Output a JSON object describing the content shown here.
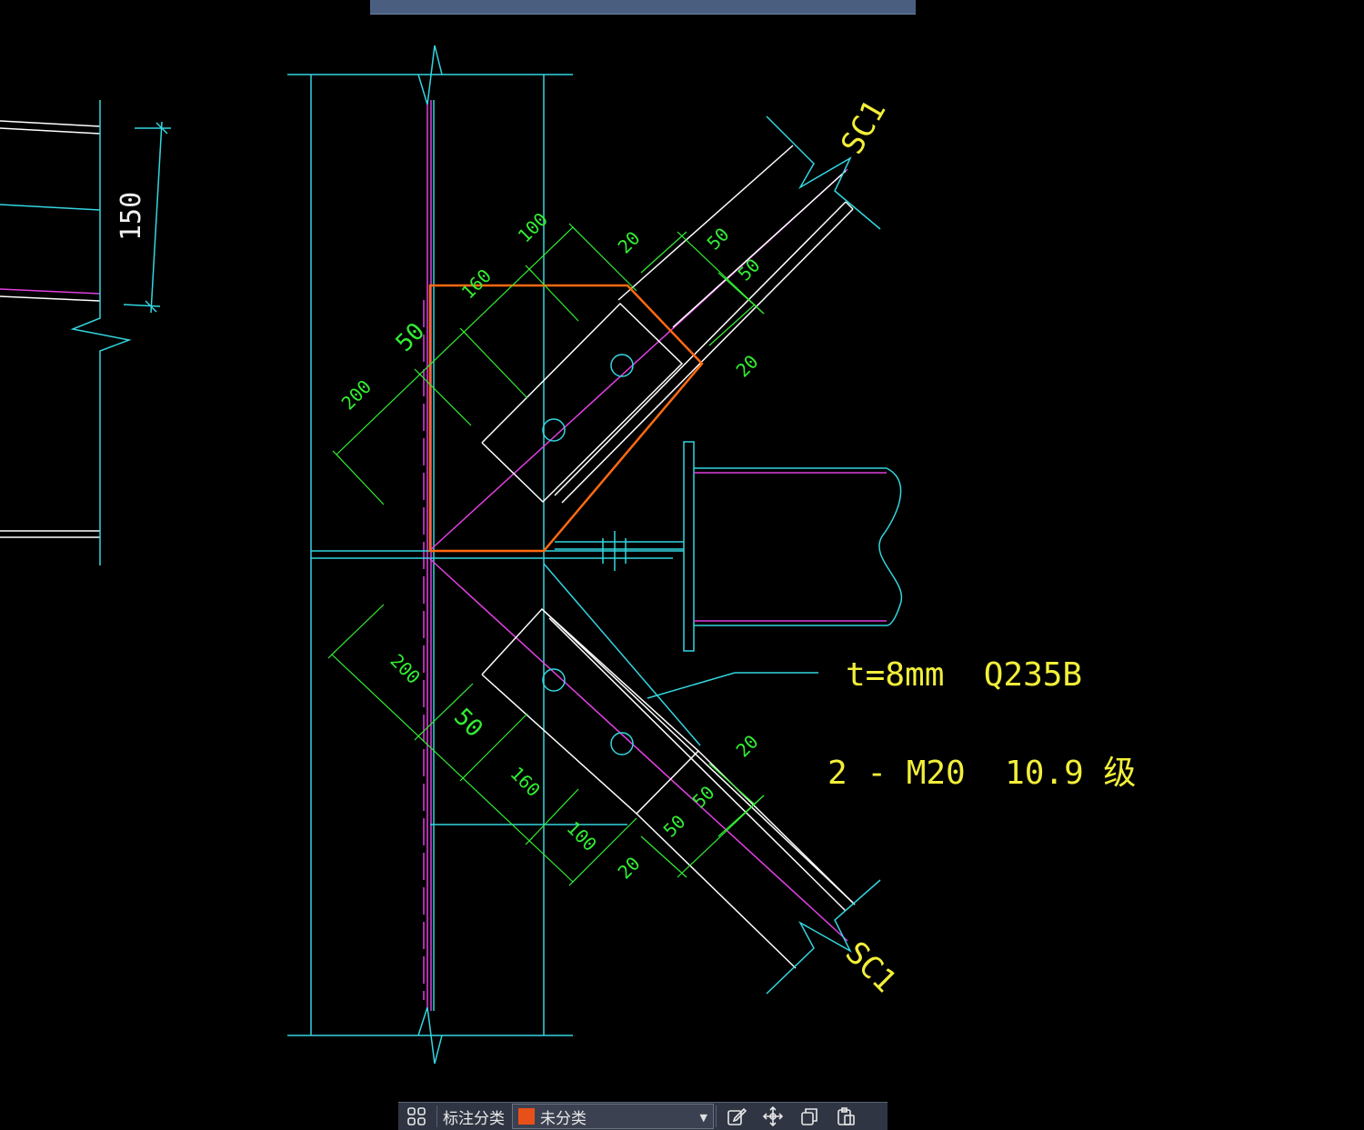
{
  "colors": {
    "background": "#000000",
    "column_lines": "#33d6e0",
    "centerline": "#e040e0",
    "gusset_plate": "#ff6a10",
    "dimensions": "#33ee33",
    "text_yellow": "#f2ef3a",
    "brace_lines": "#ffffff"
  },
  "drawing": {
    "brace_tag_top": "SC1",
    "brace_tag_bottom": "SC1",
    "plate_spec": "t=8mm  Q235B",
    "bolt_spec": "2 - M20  10.9 级",
    "left_dimension": "150",
    "upper_dims": {
      "d100": "100",
      "d160": "160",
      "d50": "50",
      "d200": "200",
      "d20a": "20",
      "d50b": "50",
      "d50c": "50",
      "d20b": "20"
    },
    "lower_dims": {
      "d200": "200",
      "d50": "50",
      "d160": "160",
      "d100": "100",
      "d20a": "20",
      "d50b": "50",
      "d50c": "50",
      "d20b": "20"
    }
  },
  "toolbar": {
    "group_icon": "grid-group-icon",
    "category_label": "标注分类",
    "category_value": "未分类",
    "category_swatch": "#e8501a",
    "tools": [
      "edit-icon",
      "move-icon",
      "copy-icon",
      "paste-icon"
    ]
  }
}
